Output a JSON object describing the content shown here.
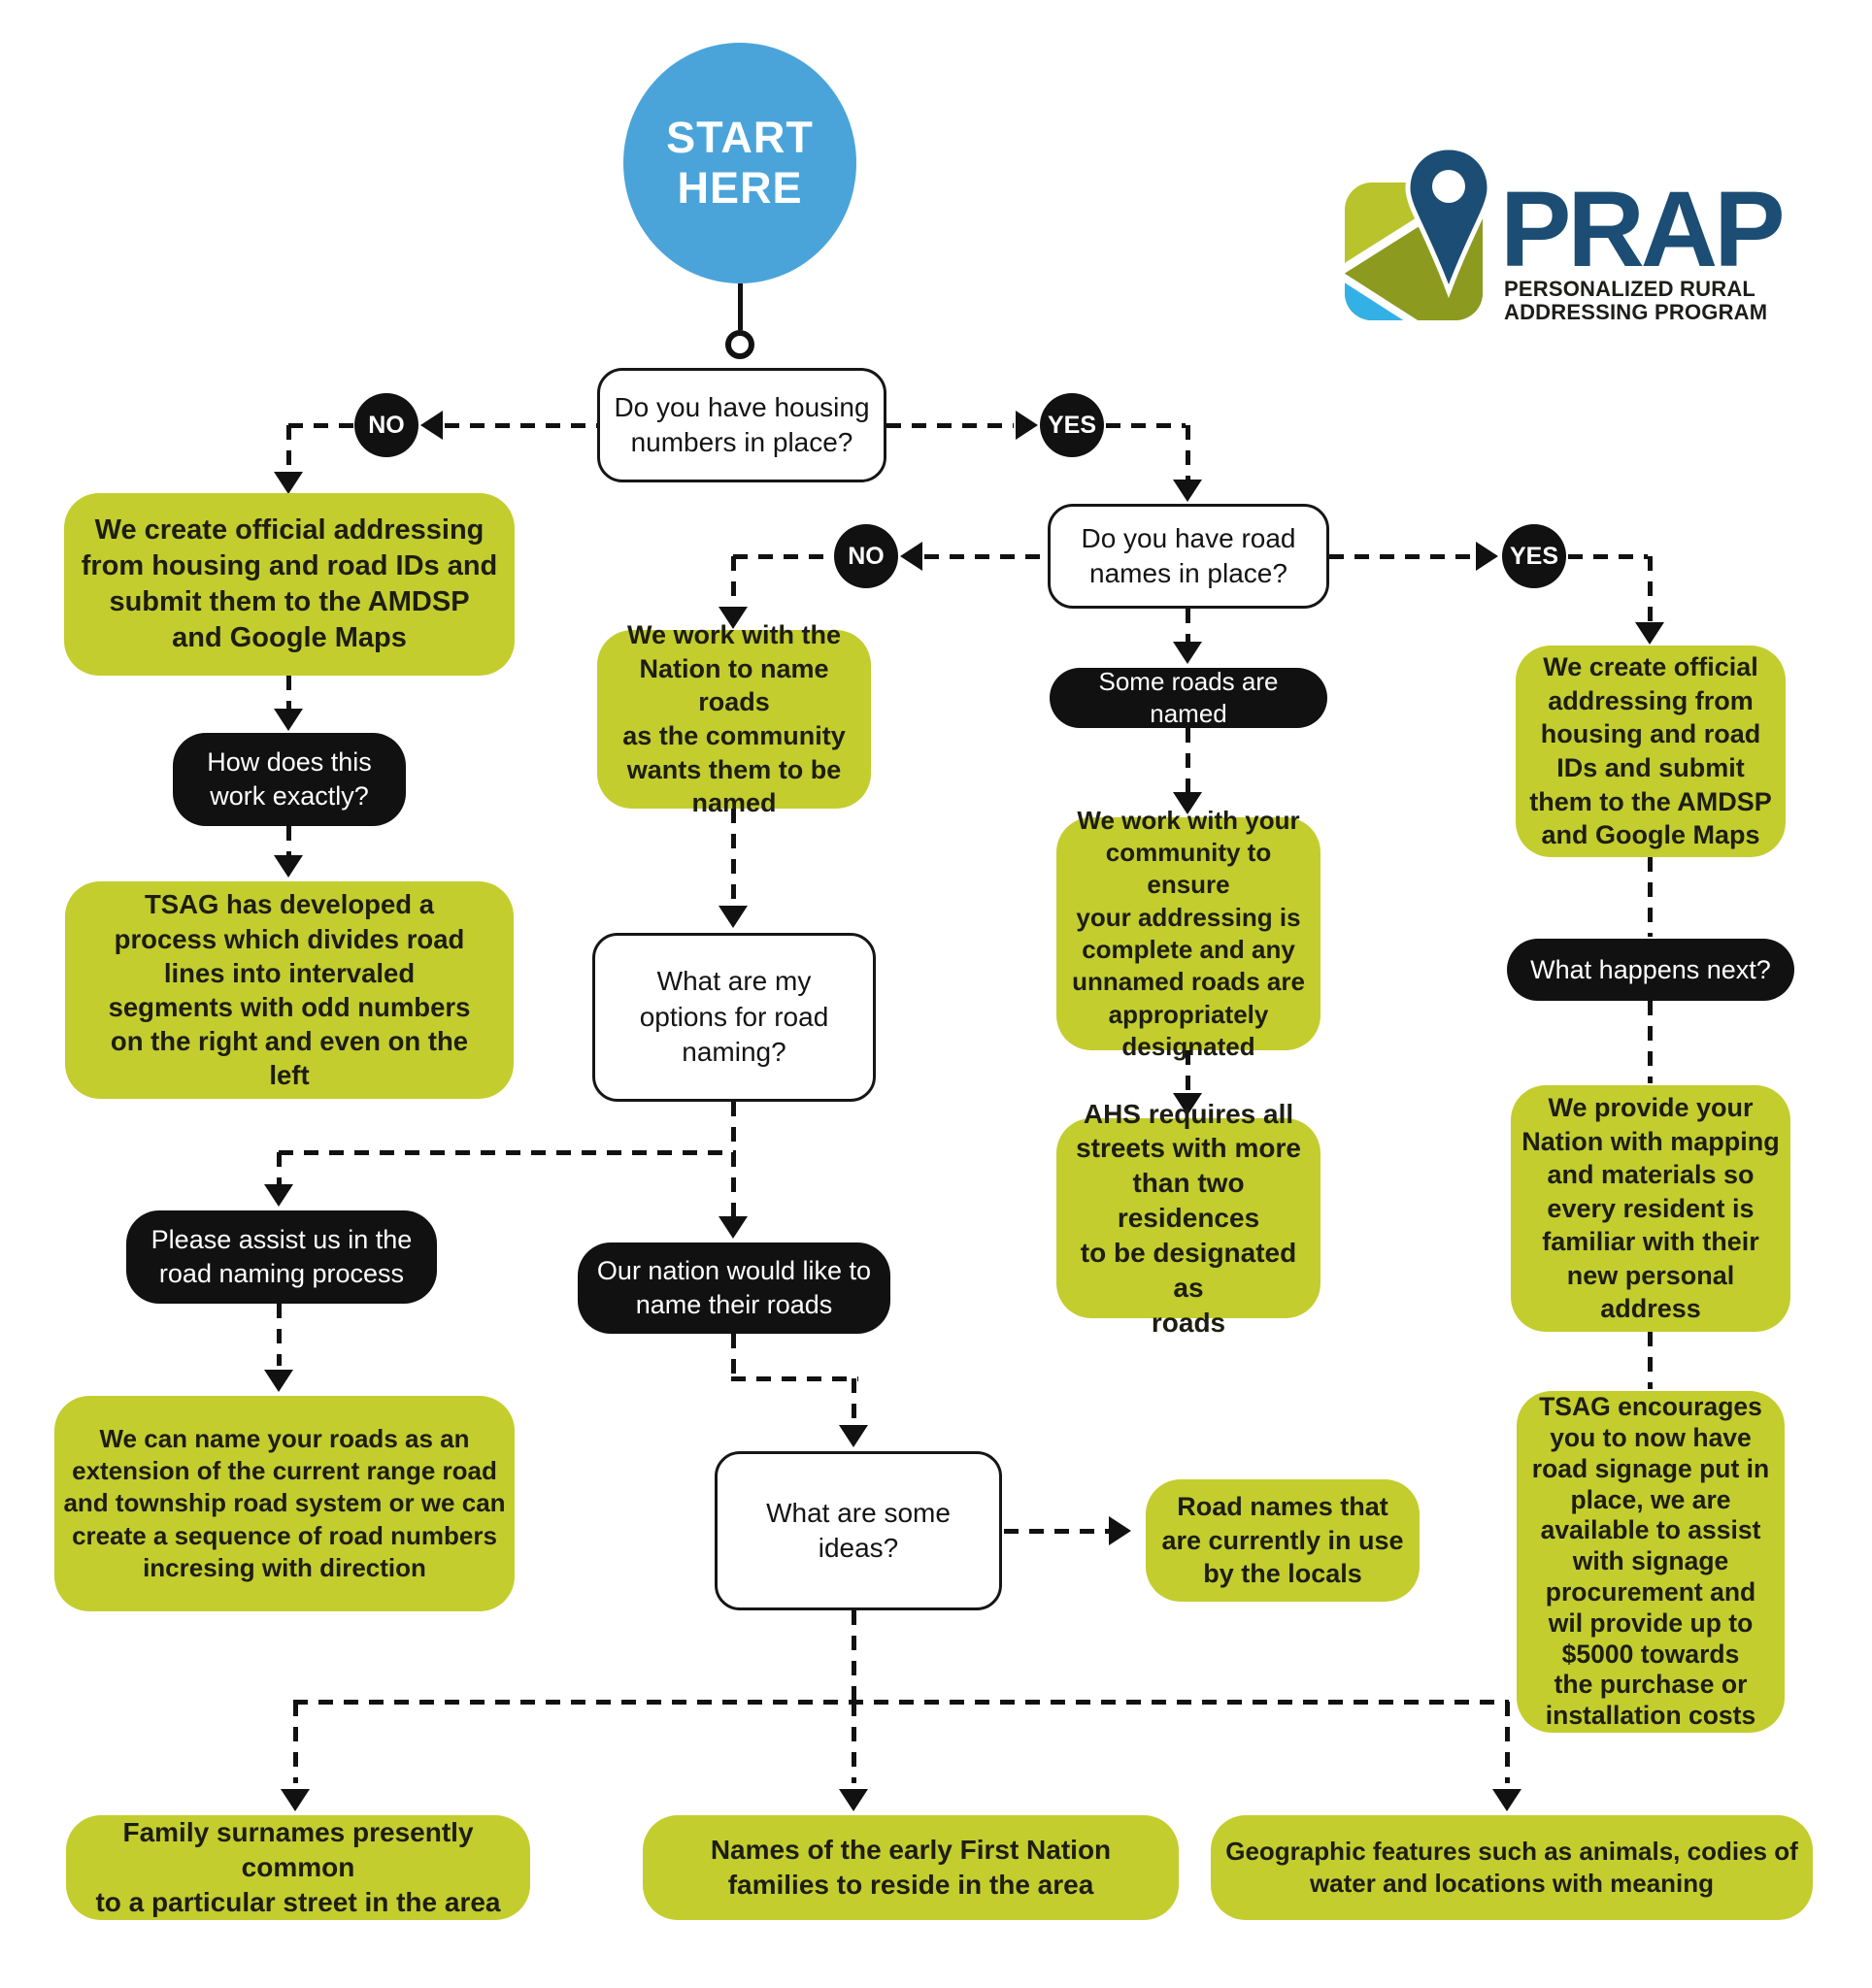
{
  "title": "PRAP road naming flowchart",
  "colors": {
    "green": "#c3cd2e",
    "blue": "#4aa4da",
    "ink": "#111111",
    "navy": "#1c4d74",
    "logo_lime": "#b9c42c",
    "logo_olive": "#8c9b20",
    "logo_cyan": "#33b1e6"
  },
  "logo": {
    "brand": "PRAP",
    "subtitle_line1": "PERSONALIZED RURAL",
    "subtitle_line2": "ADDRESSING PROGRAM"
  },
  "start": {
    "label": "START\nHERE"
  },
  "answers": {
    "no": "NO",
    "yes": "YES"
  },
  "decisions": {
    "housing_numbers": "Do you have housing\nnumbers in place?",
    "road_names": "Do you have road\nnames in place?",
    "naming_options": "What are my\noptions for road\nnaming?",
    "ideas": "What are some\nideas?"
  },
  "pills": {
    "how_work": "How does this\nwork exactly?",
    "some_roads": "Some roads are named",
    "what_next": "What happens next?",
    "assist": "Please assist us in the\nroad naming process",
    "nation_name": "Our nation would like to\nname their roads"
  },
  "boxes": {
    "create_addressing_left": "We create official addressing\nfrom housing and road IDs and\nsubmit them to the AMDSP\nand Google Maps",
    "tsag_process": "TSAG has developed a\nprocess which divides road\nlines into intervaled\nsegments with odd numbers\non the right and even on the\nleft",
    "work_with_nation": "We work with the\nNation to name roads\nas the community\nwants them to be\nnamed",
    "community_addressing": "We work with your\ncommunity to ensure\nyour addressing is\ncomplete and any\nunnamed roads are\nappropriately\ndesignated",
    "ahs_requirement": "AHS requires all\nstreets with more\nthan two residences\nto be designated as\nroads",
    "create_addressing_right": "We create official\naddressing from\nhousing and road\nIDs and submit\nthem to the AMDSP\nand Google Maps",
    "mapping_materials": "We provide your\nNation with mapping\nand materials so\nevery resident is\nfamiliar with their\nnew personal\naddress",
    "road_signage": "TSAG encourages\nyou to now have\nroad signage put in\nplace, we are\navailable to assist\nwith signage\nprocurement and\nwil provide up to\n$5000 towards\nthe purchase or\ninstallation costs",
    "range_township": "We can name your roads as an\nextension of the current range road\nand township road system or we can\ncreate a sequence of road numbers\nincresing with direction",
    "names_in_use": "Road names that\nare currently in use\nby the locals",
    "family_surnames": "Family surnames presently common\nto a particular street in the area",
    "first_nation_families": "Names of the early First Nation\nfamilies to reside in the area",
    "geographic_features": "Geographic features such as animals, codies of\nwater and locations with meaning"
  }
}
